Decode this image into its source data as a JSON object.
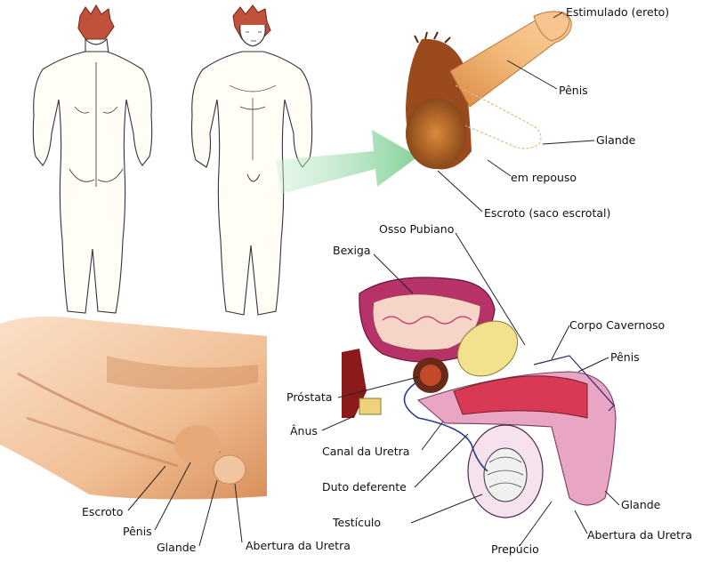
{
  "labels": {
    "estimulado": "Estimulado (ereto)",
    "penis_top": "Pênis",
    "glande_top": "Glande",
    "repouso": "em repouso",
    "escroto_top": "Escroto (saco escrotal)",
    "osso_pubiano": "Osso Pubiano",
    "bexiga": "Bexiga",
    "corpo_cavernoso": "Corpo Cavernoso",
    "penis_section": "Pênis",
    "prostata": "Próstata",
    "anus": "Ânus",
    "canal_uretra": "Canal da Uretra",
    "duto_deferente": "Duto deferente",
    "testiculo": "Testículo",
    "glande_section": "Glande",
    "abertura_section": "Abertura da Uretra",
    "prepucio": "Prepúcio",
    "escroto_photo": "Escroto",
    "penis_photo": "Pênis",
    "glande_photo": "Glande",
    "abertura_photo": "Abertura da Uretra"
  },
  "colors": {
    "skin": "#f3c9a2",
    "skin_dark": "#d98f5a",
    "hair": "#b0472c",
    "bladder": "#b8326a",
    "pink": "#e8a6c4",
    "erect": "#f0b06a",
    "arrow": "#8fd6a0",
    "bone": "#f0e08a",
    "red": "#8b1a1a"
  }
}
